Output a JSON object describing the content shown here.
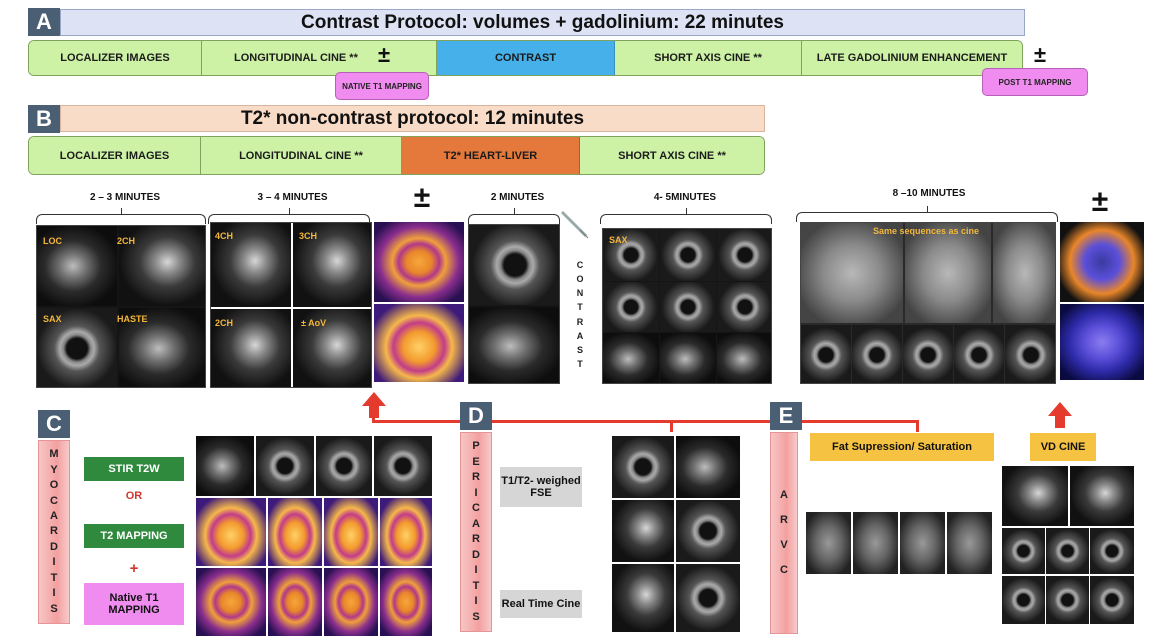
{
  "section_a": {
    "badge": "A",
    "title": "Contrast Protocol: volumes + gadolinium:  22 minutes",
    "segments": [
      "LOCALIZER IMAGES",
      "LONGITUDINAL CINE **",
      "CONTRAST",
      "SHORT AXIS CINE  **",
      "LATE GADOLINIUM ENHANCEMENT"
    ],
    "plus_minus_1": "±",
    "plus_minus_2": "±",
    "native_t1": "NATIVE T1 MAPPING",
    "post_t1": "POST T1 MAPPING"
  },
  "section_b": {
    "badge": "B",
    "title": "T2* non-contrast protocol: 12 minutes",
    "segments": [
      "LOCALIZER IMAGES",
      "LONGITUDINAL CINE  **",
      "T2* HEART-LIVER",
      "SHORT AXIS CINE  **"
    ]
  },
  "timeline": {
    "labels": [
      "2 – 3 MINUTES",
      "3 – 4 MINUTES",
      "2 MINUTES",
      "4- 5MINUTES",
      "8 –10 MINUTES"
    ],
    "plus_minus": [
      "±",
      "±"
    ],
    "contrast_letters": [
      "C",
      "O",
      "N",
      "T",
      "R",
      "A",
      "S",
      "T"
    ]
  },
  "overlays": {
    "loc": "LOC",
    "two_ch": "2CH",
    "sax": "SAX",
    "haste": "HASTE",
    "four_ch": "4CH",
    "three_ch": "3CH",
    "two_ch_b": "2CH",
    "aov": "± AoV",
    "sax2": "SAX",
    "same_seq": "Same sequences as cine"
  },
  "section_c": {
    "badge": "C",
    "vertical": [
      "M",
      "Y",
      "O",
      "C",
      "A",
      "R",
      "D",
      "I",
      "T",
      "I",
      "S"
    ],
    "stir": "STIR T2W",
    "or": "OR",
    "t2map": "T2 MAPPING",
    "plus": "+",
    "native_t1": "Native T1 MAPPING"
  },
  "section_d": {
    "badge": "D",
    "vertical": [
      "P",
      "E",
      "R",
      "I",
      "C",
      "A",
      "R",
      "D",
      "I",
      "T",
      "I",
      "S"
    ],
    "fse": "T1/T2- weighed FSE",
    "realtime": "Real Time Cine"
  },
  "section_e": {
    "badge": "E",
    "vertical": [
      "A",
      "R",
      "V",
      "C"
    ],
    "fat": "Fat Supression/ Saturation",
    "vd": "VD CINE"
  },
  "colors": {
    "badge": "#4a5e74",
    "title_a": "#dde3f4",
    "title_b": "#f9dcc8",
    "green": "#cdf2a6",
    "contrast_blue": "#46b0ea",
    "t2star_orange": "#e5793c",
    "pink": "#f08cf0",
    "arrow_red": "#e53b2f"
  }
}
